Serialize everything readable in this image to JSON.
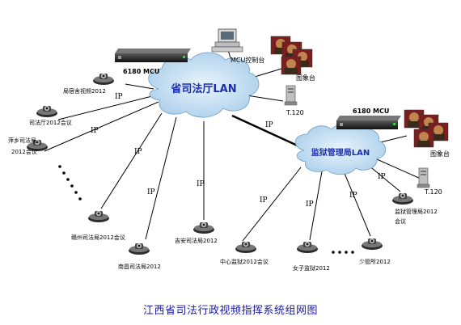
{
  "clouds": {
    "provincial": "省司法厅LAN",
    "prison": "监狱管理局LAN"
  },
  "mcu": {
    "main": "6180 MCU",
    "prison": "6180 MCU"
  },
  "control_station": "MCU控制台",
  "image_stations": {
    "main": "图象台",
    "prison": "图象台"
  },
  "t120": {
    "main": "T.120",
    "prison": "T.120"
  },
  "backbone_ip": "IP",
  "link_ip": "IP",
  "endpoints": {
    "ep1": "局宿舍视频2012",
    "ep2": "司法厅2012会议",
    "ep3a": "萍乡司法局",
    "ep3b": "2012会议",
    "ep4": "赣州司法局2012会议",
    "ep5": "南昌司法局2012",
    "ep6": "吉安司法局2012",
    "ep7": "中心监狱2012会议",
    "ep8": "女子监狱2012",
    "ep9": "少管所2012",
    "ep10a": "监狱管理局2012",
    "ep10b": "会议"
  },
  "title": "江西省司法行政视频指挥系统组网图",
  "colors": {
    "cloud_fill": "#c4def2",
    "cloud_text": "#1a2fb0",
    "title": "#1a1aa0",
    "line": "#000000"
  }
}
